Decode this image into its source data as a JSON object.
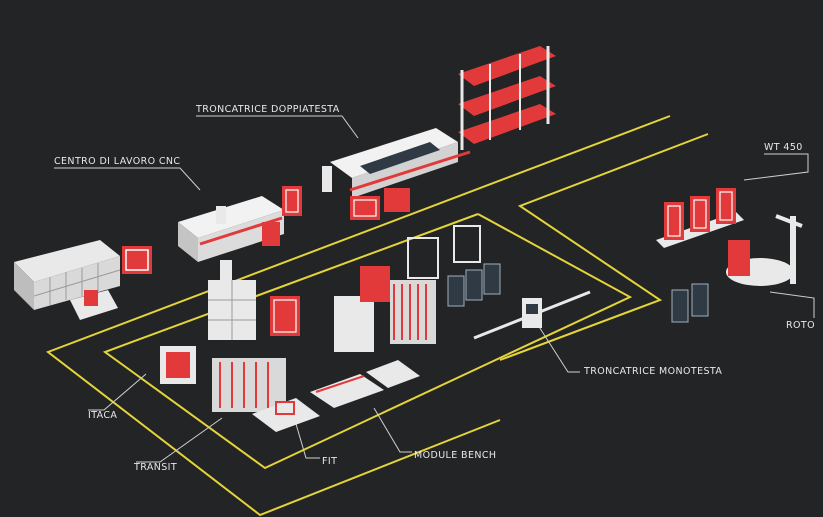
{
  "labels": {
    "troncatrice_doppiatesta": "TRONCATRICE DOPPIATESTA",
    "centro_di_lavoro_cnc": "CENTRO DI LAVORO CNC",
    "wt_450": "WT 450",
    "roto": "ROTO",
    "troncatrice_monotesta": "TRONCATRICE MONOTESTA",
    "itaca": "ITACA",
    "transit": "TRANSIT",
    "fit": "FIT",
    "module_bench": "MODULE BENCH"
  },
  "colors": {
    "background": "#232425",
    "floor_line": "#e4d43a",
    "machine_white": "#e9e9e9",
    "accent_red": "#e23a3a",
    "dark_part": "#2f3a44"
  }
}
